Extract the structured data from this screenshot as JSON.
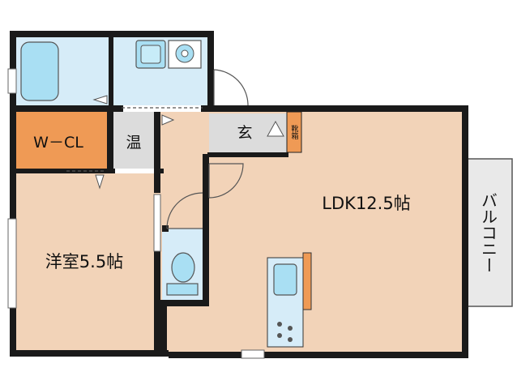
{
  "rooms": {
    "wcl": "W－CL",
    "onsui": "温",
    "genkan": "玄",
    "getabako": "靴箱",
    "ldk": "LDK12.5帖",
    "youshitsu": "洋室5.5帖",
    "balcony": "バルコニー"
  },
  "colors": {
    "wall": "#1a1a1a",
    "floor_wood": "#f2d3b8",
    "floor_tile": "#dcdcdc",
    "wet_area": "#d6ecf8",
    "fixture": "#a9dff3",
    "closet": "#ef9a55",
    "balcony": "#e9e9e9",
    "accent": "#e8812e"
  }
}
